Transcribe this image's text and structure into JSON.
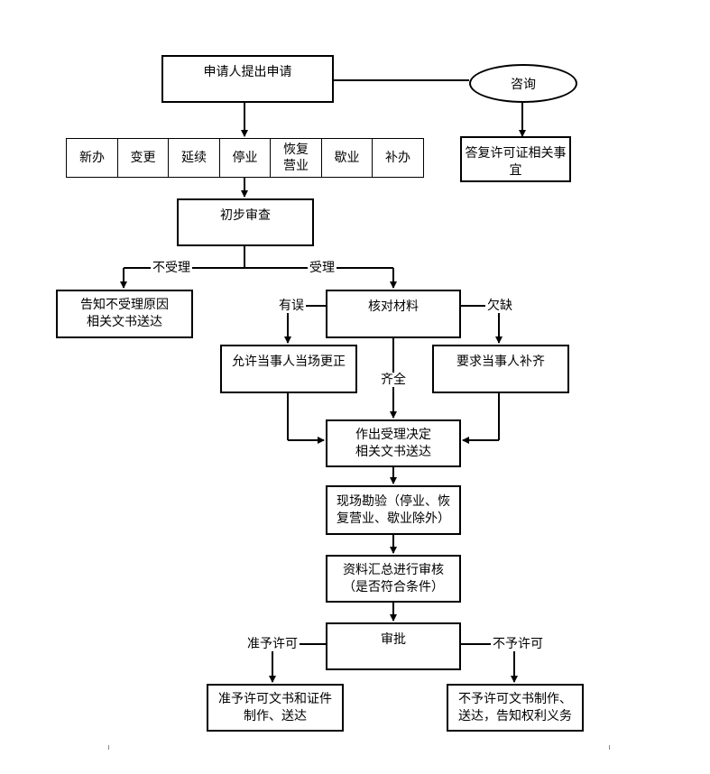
{
  "nodes": {
    "apply": "申请人提出申请",
    "consult": "咨询",
    "reply": "答复许可证相关事宜",
    "initial_review": "初步审查",
    "reject_notice": "告知不受理原因\n相关文书送达",
    "verify": "核对材料",
    "correct": "允许当事人当场更正",
    "supplement": "要求当事人补齐",
    "decision": "作出受理决定\n相关文书送达",
    "inspection": "现场勘验（停业、恢\n复营业、歇业除外）",
    "summary": "资料汇总进行审核\n（是否符合条件）",
    "approve": "审批",
    "grant_docs": "准予许可文书和证件\n制作、送达",
    "deny_docs": "不予许可文书制作、\n送达，告知权利义务"
  },
  "categories": [
    "新办",
    "变更",
    "延续",
    "停业",
    "恢复\n营业",
    "歇业",
    "补办"
  ],
  "labels": {
    "not_accepted": "不受理",
    "accepted": "受理",
    "error": "有误",
    "missing": "欠缺",
    "complete": "齐全",
    "grant": "准予许可",
    "deny": "不予许可"
  }
}
